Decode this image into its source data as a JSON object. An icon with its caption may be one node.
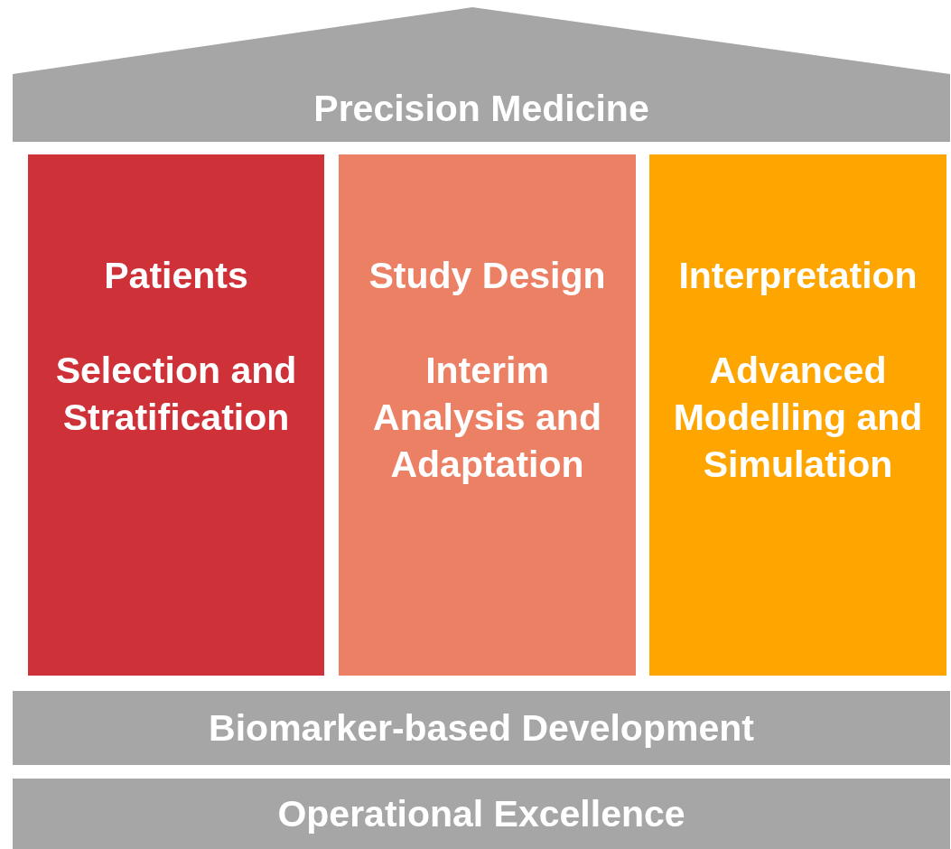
{
  "diagram": {
    "nodes": [
      {
        "text": [
          "Precision Medicine"
        ]
      },
      {
        "text": [
          "Patients",
          "Selection and Stratification"
        ]
      },
      {
        "text": [
          "Study Design",
          "Interim Analysis and Adaptation"
        ]
      },
      {
        "text": [
          "Interpretation",
          "Advanced Modelling and Simulation"
        ]
      },
      {
        "text": [
          "Biomarker-based Development"
        ]
      },
      {
        "text": [
          "Operational Excellence"
        ]
      }
    ]
  }
}
